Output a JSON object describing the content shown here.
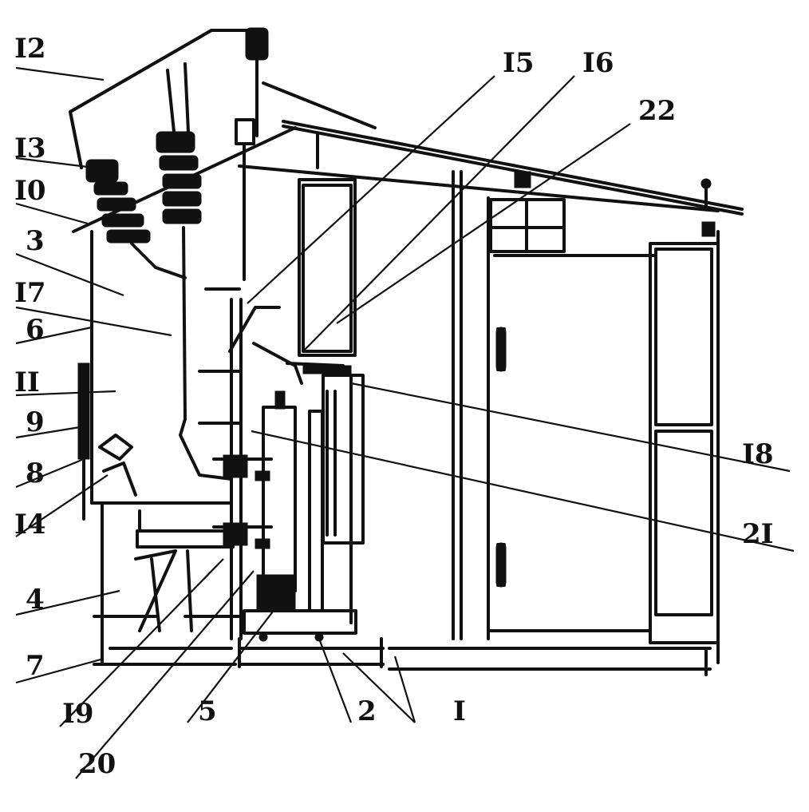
{
  "figure": {
    "labels": [
      "I2",
      "I3",
      "I0",
      "3",
      "I7",
      "6",
      "II",
      "9",
      "8",
      "I4",
      "4",
      "7",
      "I9",
      "20",
      "5",
      "2",
      "I",
      "I5",
      "I6",
      "22",
      "I8",
      "2I"
    ]
  }
}
